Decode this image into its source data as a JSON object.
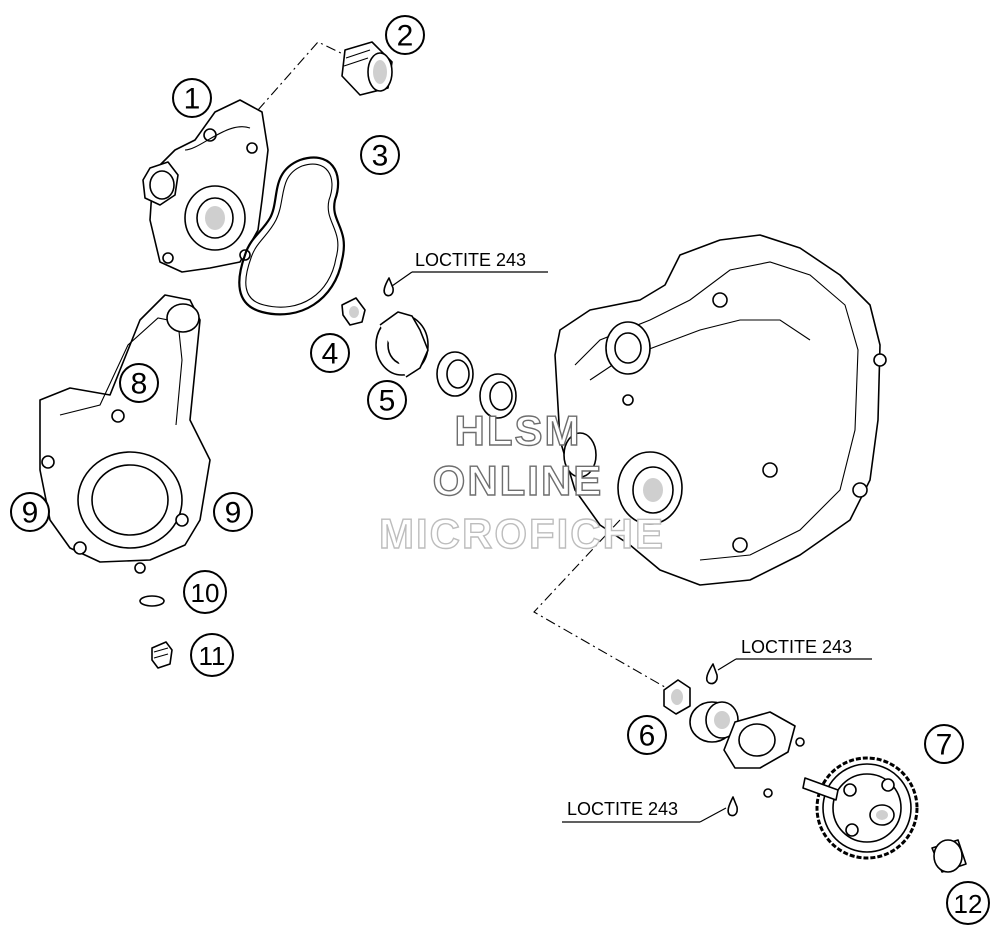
{
  "diagram": {
    "callouts": [
      "1",
      "2",
      "3",
      "4",
      "5",
      "6",
      "7",
      "8",
      "9",
      "9",
      "10",
      "11",
      "12"
    ],
    "loctite_labels": [
      "LOCTITE 243",
      "LOCTITE 243",
      "LOCTITE 243"
    ],
    "watermark": [
      "HLSM",
      "ONLINE",
      "MICROFICHE"
    ]
  }
}
